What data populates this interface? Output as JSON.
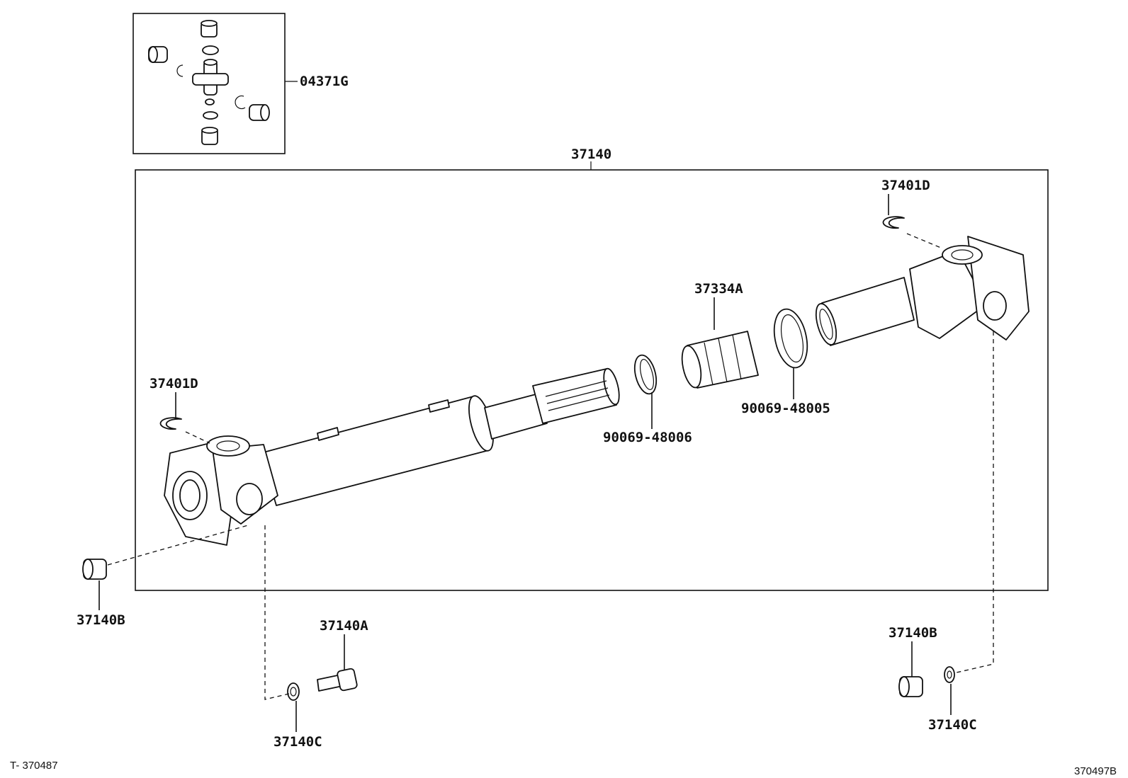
{
  "labels": {
    "kit": "04371G",
    "assembly": "37140",
    "snap_ring_right": "37401D",
    "snap_ring_left": "37401D",
    "boot": "37334A",
    "ring_small": "90069-48006",
    "ring_large": "90069-48005",
    "nut_left": "37140B",
    "bolt": "37140A",
    "washer_left": "37140C",
    "nut_right": "37140B",
    "washer_right": "37140C"
  },
  "footer": {
    "left_code": "T- 370487",
    "right_code": "370497B"
  }
}
